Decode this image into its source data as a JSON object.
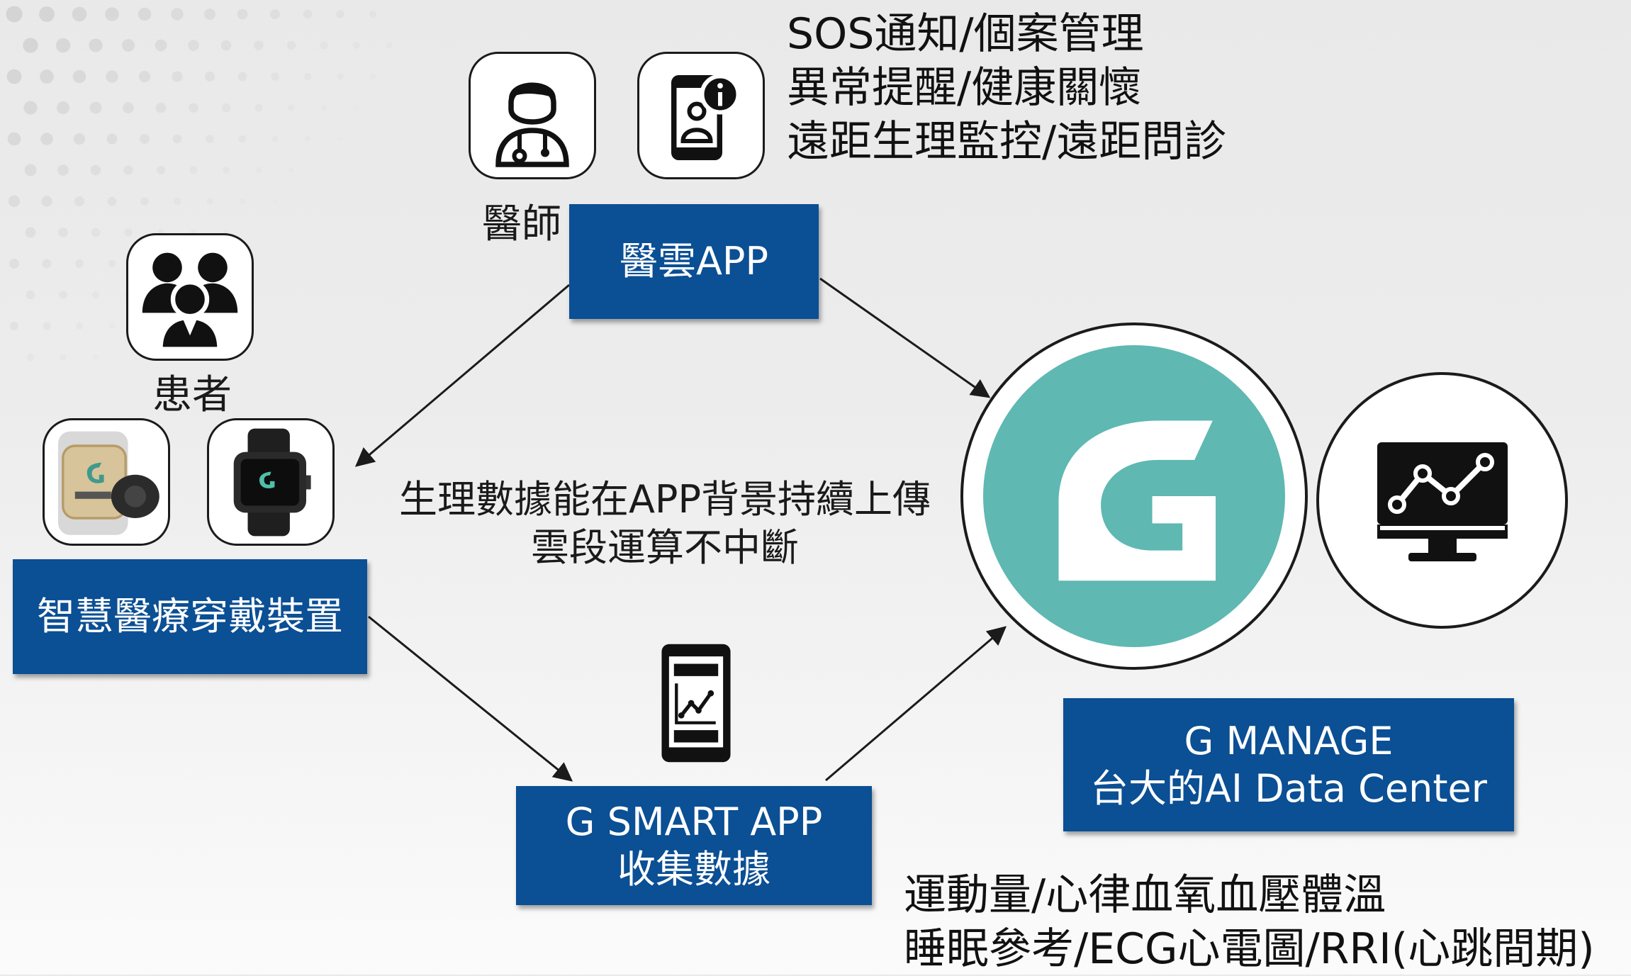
{
  "top_notes": [
    "SOS通知/個案管理",
    "異常提醒/健康關懷",
    "遠距生理監控/遠距問診"
  ],
  "doctor_label": "醫師",
  "patient_label": "患者",
  "app_cloud_box": "醫雲APP",
  "wearable_box": "智慧醫療穿戴裝置",
  "center_text": [
    "生理數據能在APP背景持續上傳",
    "雲段運算不中斷"
  ],
  "gsmart_box": [
    "G SMART APP",
    "收集數據"
  ],
  "gmanage_box": [
    "G MANAGE",
    "台大的AI Data Center"
  ],
  "bottom_notes": [
    "運動量/心律血氧血壓體溫",
    "睡眠參考/ECG心電圖/RRI(心跳間期)"
  ],
  "colors": {
    "box_blue": "#0b4f94",
    "logo_teal": "#5fb8b2",
    "ink": "#1b1b1b"
  },
  "icons": [
    "doctor-icon",
    "phone-info-icon",
    "patients-group-icon",
    "watch-tracker-icon",
    "smartwatch-icon",
    "smartphone-chart-icon",
    "g-logo-icon",
    "monitor-chart-icon"
  ]
}
